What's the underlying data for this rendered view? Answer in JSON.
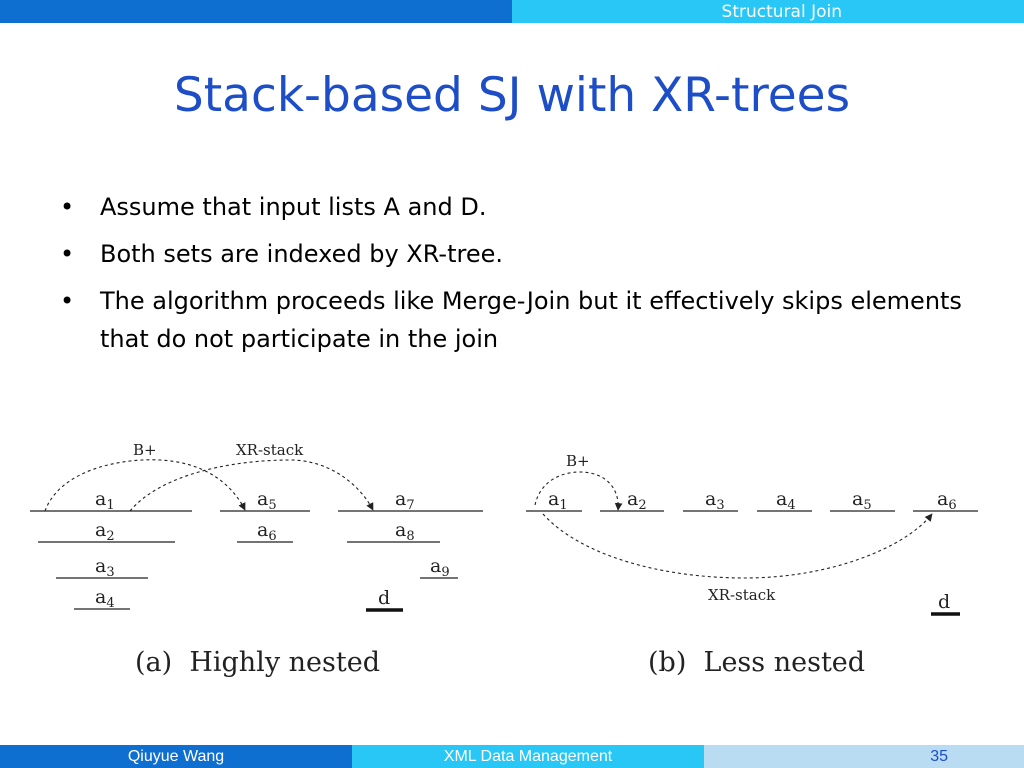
{
  "header": {
    "section": "Structural Join"
  },
  "slide": {
    "title": "Stack-based SJ with XR-trees",
    "bullets": [
      "Assume that input lists A and D.",
      "Both sets are indexed by XR-tree.",
      "The algorithm proceeds like Merge-Join but it effectively skips elements that do not participate in the join"
    ],
    "bullet_symbol": "•"
  },
  "diagram": {
    "a": {
      "caption": "(a)  Highly nested",
      "arrow_labels": [
        "B+",
        "XR-stack"
      ],
      "elements": [
        {
          "base": "a",
          "sub": "1"
        },
        {
          "base": "a",
          "sub": "2"
        },
        {
          "base": "a",
          "sub": "3"
        },
        {
          "base": "a",
          "sub": "4"
        },
        {
          "base": "a",
          "sub": "5"
        },
        {
          "base": "a",
          "sub": "6"
        },
        {
          "base": "a",
          "sub": "7"
        },
        {
          "base": "a",
          "sub": "8"
        },
        {
          "base": "a",
          "sub": "9"
        }
      ],
      "descendant": "d"
    },
    "b": {
      "caption": "(b)  Less nested",
      "arrow_labels": [
        "B+",
        "XR-stack"
      ],
      "elements": [
        {
          "base": "a",
          "sub": "1"
        },
        {
          "base": "a",
          "sub": "2"
        },
        {
          "base": "a",
          "sub": "3"
        },
        {
          "base": "a",
          "sub": "4"
        },
        {
          "base": "a",
          "sub": "5"
        },
        {
          "base": "a",
          "sub": "6"
        }
      ],
      "descendant": "d"
    }
  },
  "footer": {
    "author": "Qiuyue Wang",
    "course": "XML Data Management",
    "page": "35"
  },
  "colors": {
    "title": "#1d4ec7",
    "bar_dark": "#0f6fd1",
    "bar_light": "#29c7f5",
    "bar_pale": "#b9dcf3"
  }
}
